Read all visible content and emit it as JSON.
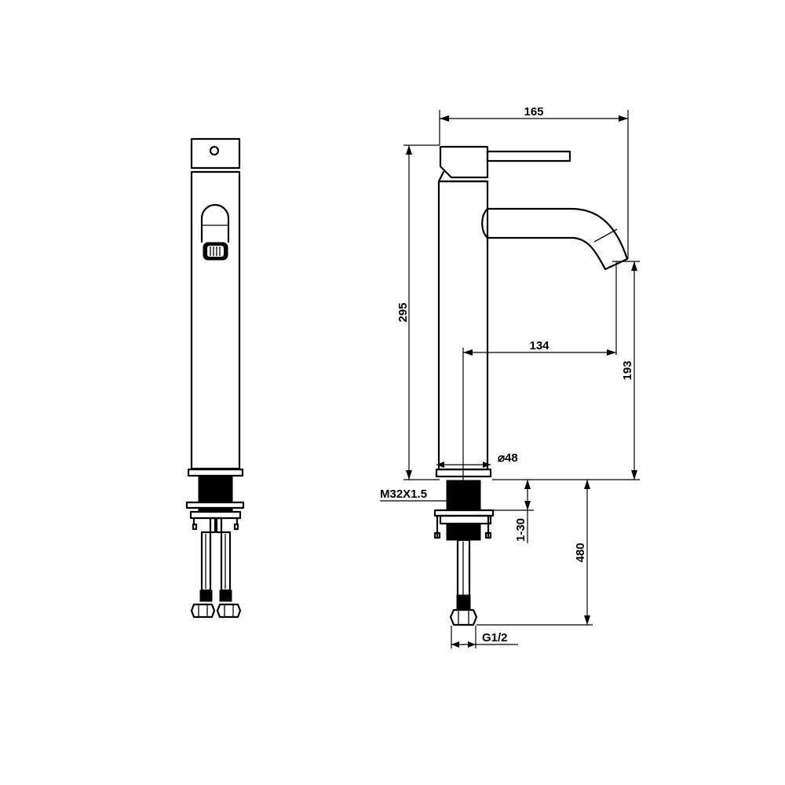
{
  "dimensions": {
    "overall_width": "165",
    "total_height": "295",
    "spout_reach": "134",
    "spout_height": "193",
    "body_diameter": "⌀48",
    "thread": "M32X1.5",
    "deck_thickness": "1-30",
    "hose_length": "480",
    "connection": "G1/2"
  },
  "colors": {
    "line": "#000000",
    "background": "#ffffff"
  }
}
